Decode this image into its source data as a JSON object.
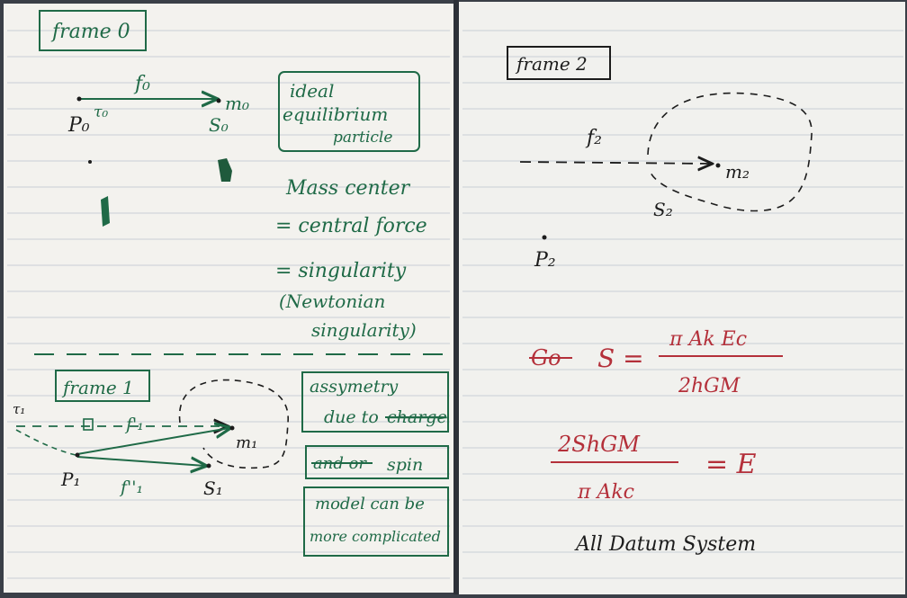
{
  "colors": {
    "ink_green": "#1f6a47",
    "ink_red": "#b4303a",
    "ink_black": "#1c1c1c",
    "paper": "#f3f2ee",
    "rule": "#c9cfd6"
  },
  "left_page": {
    "frame0": {
      "label": "frame 0",
      "f0": "f₀",
      "tau0": "τ₀",
      "p0": "P₀",
      "s0": "S₀",
      "m0": "m₀",
      "box": [
        "ideal",
        "equilibrium",
        "particle"
      ],
      "notes": [
        "Mass center",
        "= central force",
        "= singularity",
        "(Newtonian",
        "singularity)"
      ]
    },
    "frame1": {
      "label": "frame 1",
      "tau1": "τ₁",
      "f1_prime": "f'₁",
      "f1_dprime": "f''₁",
      "p1": "P₁",
      "s1": "S₁",
      "m1": "m₁",
      "box1": [
        "assymetry",
        "due to",
        "charge"
      ],
      "box2": [
        "and or",
        "spin"
      ],
      "box3": [
        "model can be",
        "more complicated"
      ]
    }
  },
  "right_page": {
    "frame2": {
      "label": "frame 2",
      "f2": "f₂",
      "m2": "m₂",
      "s2": "S₂",
      "p2": "P₂"
    },
    "equation1": {
      "prefix": "Go",
      "lhs": "S =",
      "numerator": "π Ak Ec",
      "denominator": "2hGM"
    },
    "equation2": {
      "numerator": "2ShGM",
      "denominator": "π Akc",
      "rhs": "= E"
    },
    "footer": "All Datum System"
  }
}
